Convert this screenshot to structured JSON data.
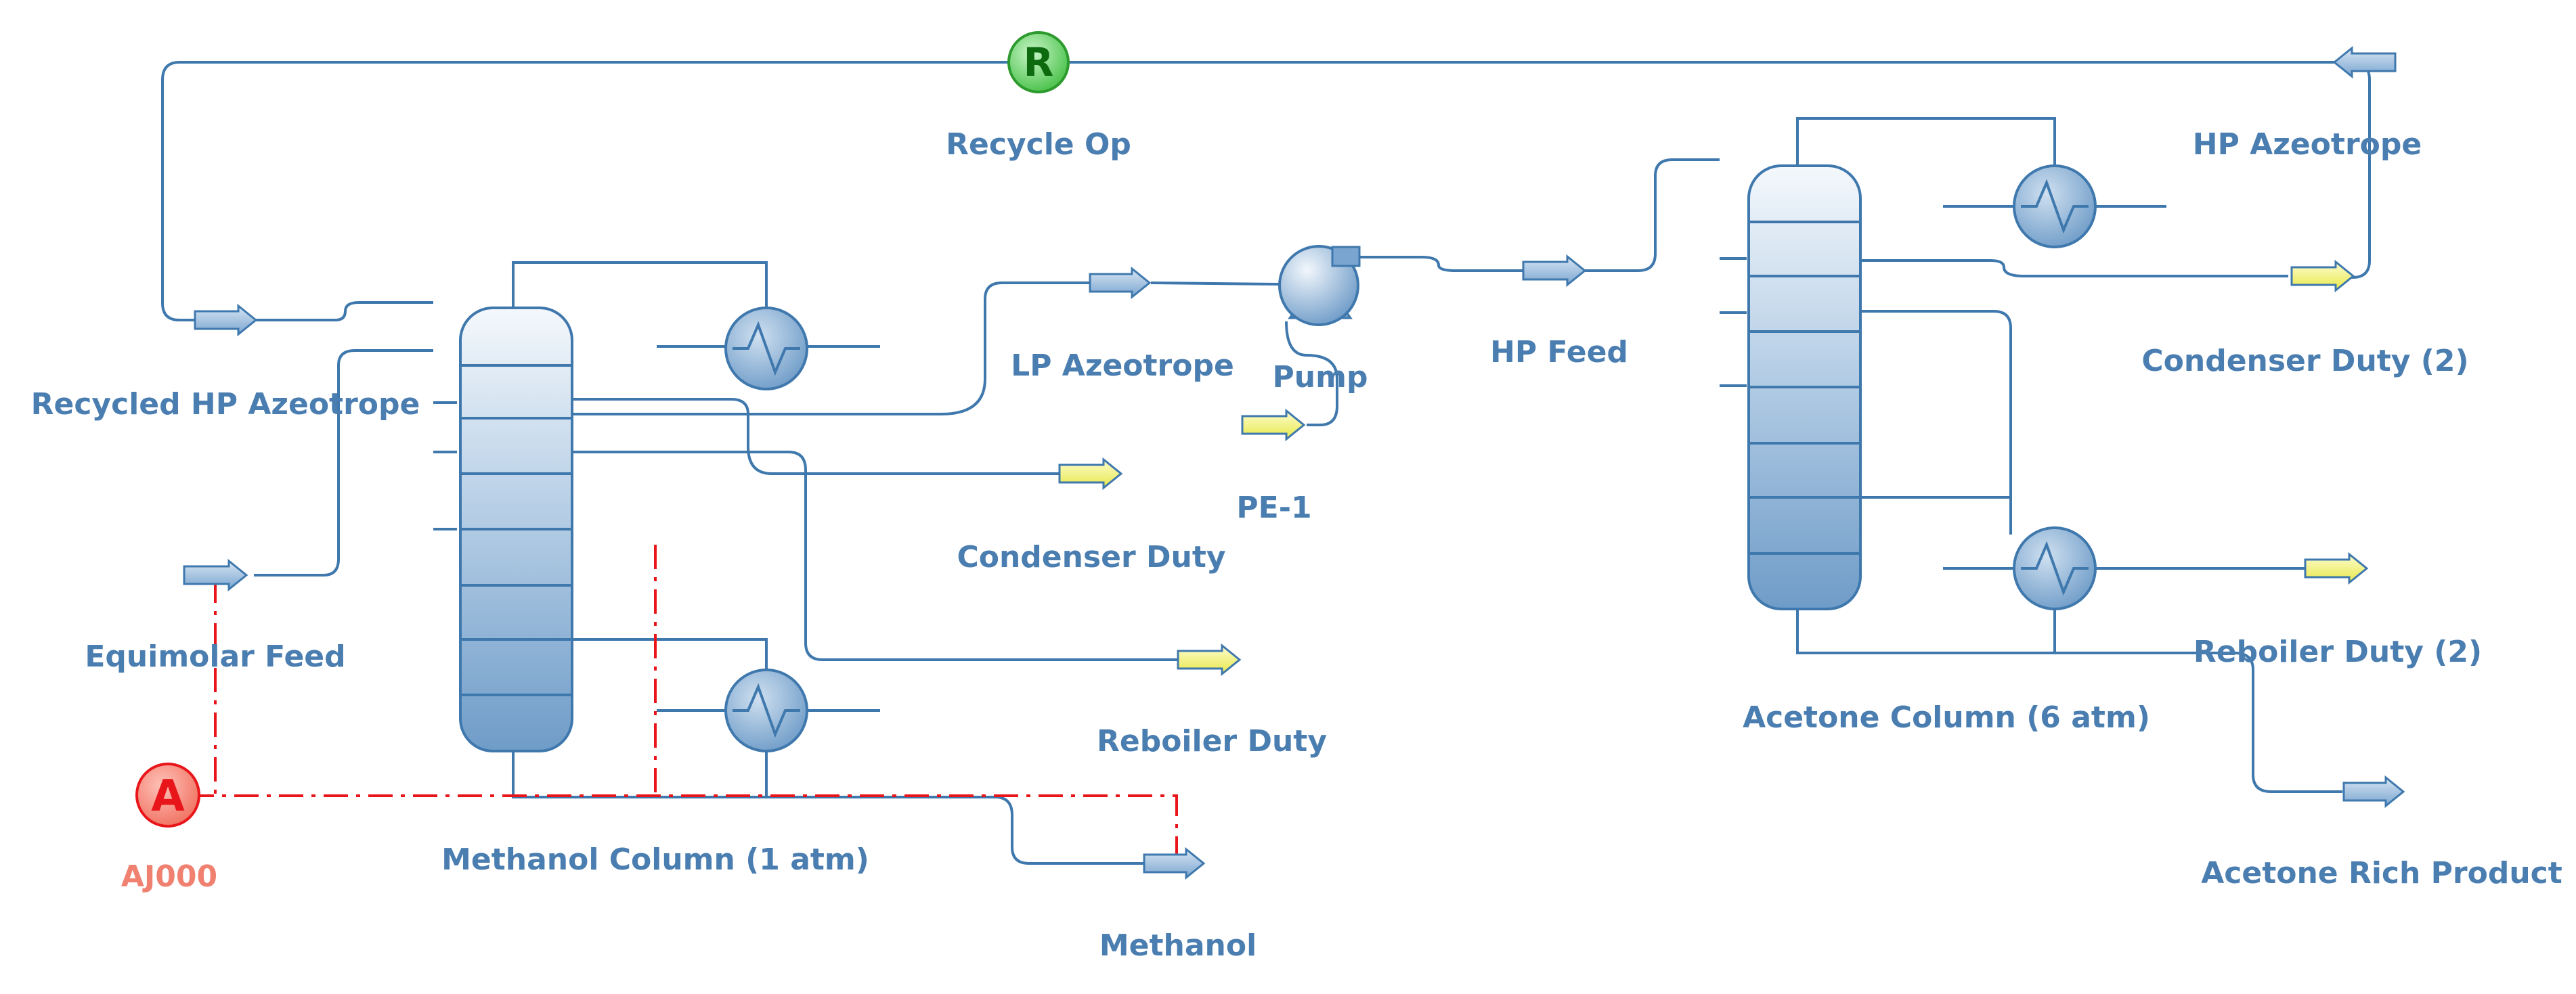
{
  "flowsheet": {
    "streams": {
      "recycled_hp_azeotrope": "Recycled HP Azeotrope",
      "equimolar_feed": "Equimolar Feed",
      "lp_azeotrope": "LP Azeotrope",
      "hp_feed": "HP Feed",
      "hp_azeotrope": "HP Azeotrope",
      "methanol": "Methanol",
      "acetone_rich_product": "Acetone Rich Product"
    },
    "energy_streams": {
      "condenser_duty": "Condenser Duty",
      "reboiler_duty": "Reboiler Duty",
      "pe_1": "PE-1",
      "condenser_duty_2": "Condenser Duty (2)",
      "reboiler_duty_2": "Reboiler Duty (2)"
    },
    "units": {
      "methanol_column": "Methanol Column (1 atm)",
      "acetone_column": "Acetone Column (6 atm)",
      "pump": "Pump",
      "recycle_op": "Recycle Op",
      "recycle_symbol": "R",
      "adjust": "AJ000",
      "adjust_symbol": "A"
    },
    "colors": {
      "pipe": "#3f78ad",
      "label": "#4a7db0",
      "energy_arrow": "#f5f57a",
      "material_arrow": "#8fb5d9",
      "annotation": "#e8161a",
      "recycle_fill": "#7ee07e"
    }
  }
}
